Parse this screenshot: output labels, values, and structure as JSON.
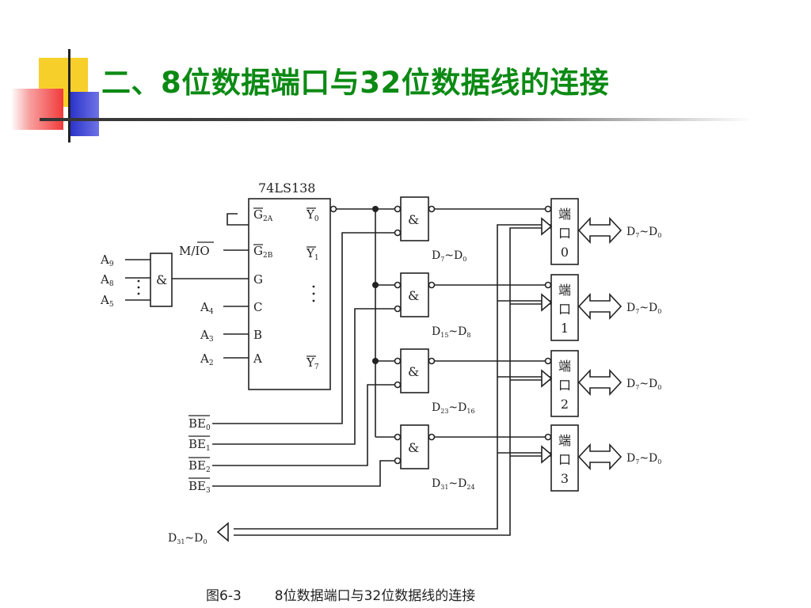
{
  "title": "二、8位数据端口与32位数据线的连接",
  "caption": {
    "figure_no": "图6-3",
    "text": "8位数据端口与32位数据线的连接"
  },
  "decoder": {
    "name": "74LS138",
    "inputs": [
      "G2A",
      "G2B",
      "G",
      "C",
      "B",
      "A"
    ],
    "outputs": [
      "Y0",
      "Y1",
      "Y7"
    ]
  },
  "address_gate": {
    "inputs": [
      "A9",
      "A8",
      "A5"
    ],
    "symbol": "&"
  },
  "decoder_signals": {
    "mio": "M/IO",
    "c": "A4",
    "b": "A3",
    "a": "A2"
  },
  "and_gates": [
    {
      "symbol": "&",
      "bus": "D7~D0"
    },
    {
      "symbol": "&",
      "bus": "D15~D8"
    },
    {
      "symbol": "&",
      "bus": "D23~D16"
    },
    {
      "symbol": "&",
      "bus": "D31~D24"
    }
  ],
  "byte_enables": [
    "BE0",
    "BE1",
    "BE2",
    "BE3"
  ],
  "ports": [
    {
      "label": "端口0",
      "bus": "D7~D0"
    },
    {
      "label": "端口1",
      "bus": "D7~D0"
    },
    {
      "label": "端口2",
      "bus": "D7~D0"
    },
    {
      "label": "端口3",
      "bus": "D7~D0"
    }
  ],
  "system_bus": "D31~D0",
  "colors": {
    "title": "#0c8a14",
    "deco_yellow": "#f7cf2a",
    "deco_red": "#f23a3a",
    "deco_blue": "#2830c8"
  }
}
